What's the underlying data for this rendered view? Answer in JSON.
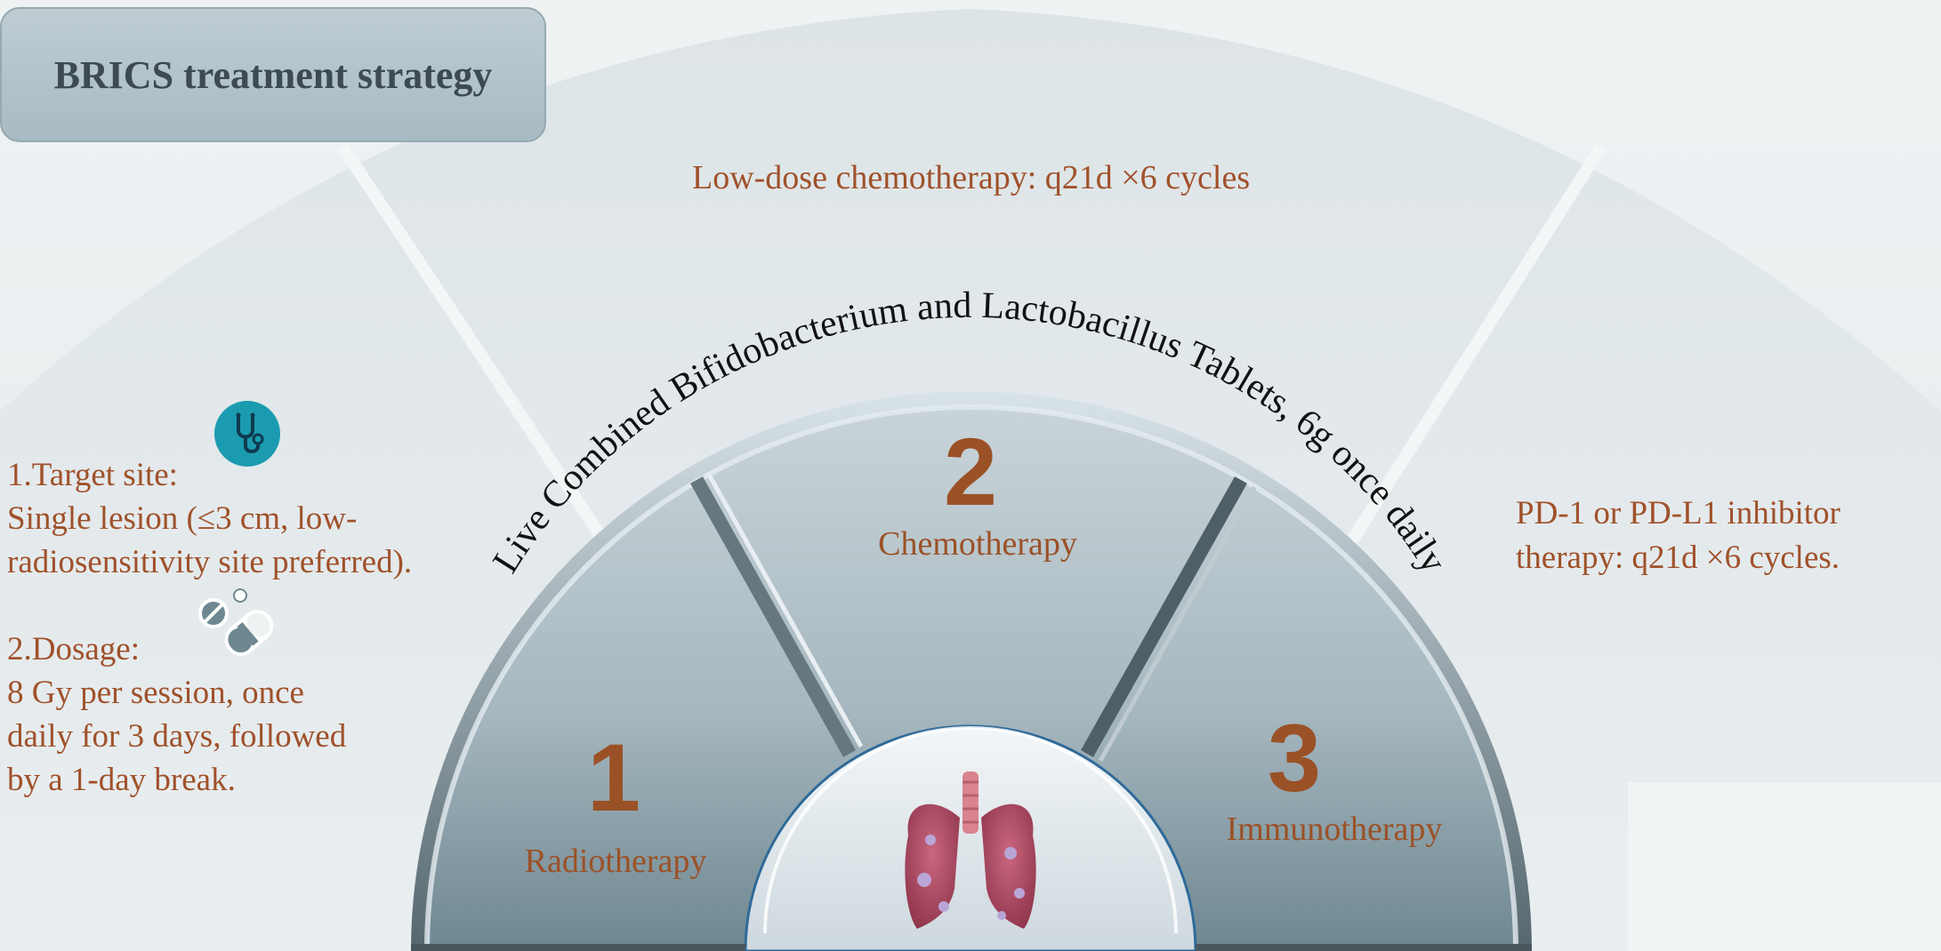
{
  "title": "BRICS treatment strategy",
  "probiotic_label": "Live Combined Bifidobacterium and Lactobacillus Tablets, 6g once daily",
  "chemo_note": "Low-dose chemotherapy: q21d ×6 cycles",
  "immuno_note": [
    "PD-1 or PD-L1 inhibitor",
    "therapy: q21d ×6 cycles."
  ],
  "radiotherapy_notes": {
    "target_heading": "1.Target site:",
    "target_lines": [
      "Single lesion (≤3 cm, low-",
      "radiosensitivity site preferred)."
    ],
    "dosage_heading": "2.Dosage:",
    "dosage_lines": [
      "8 Gy per session, once",
      "daily for 3 days, followed",
      "by a 1-day break."
    ]
  },
  "segments": [
    {
      "number": "1",
      "label": "Radiotherapy"
    },
    {
      "number": "2",
      "label": "Chemotherapy"
    },
    {
      "number": "3",
      "label": "Immunotherapy"
    }
  ],
  "icons": [
    "stethoscope-icon",
    "pill-capsule-icon",
    "lungs-icon"
  ],
  "colors": {
    "accent_text": "#a0512a",
    "number_text": "#9b5126",
    "title_text": "#3d4a52",
    "teal_icon": "#1b9bb0",
    "fan_dark": "#5b6f78",
    "fan_light": "#c8d3d8"
  }
}
